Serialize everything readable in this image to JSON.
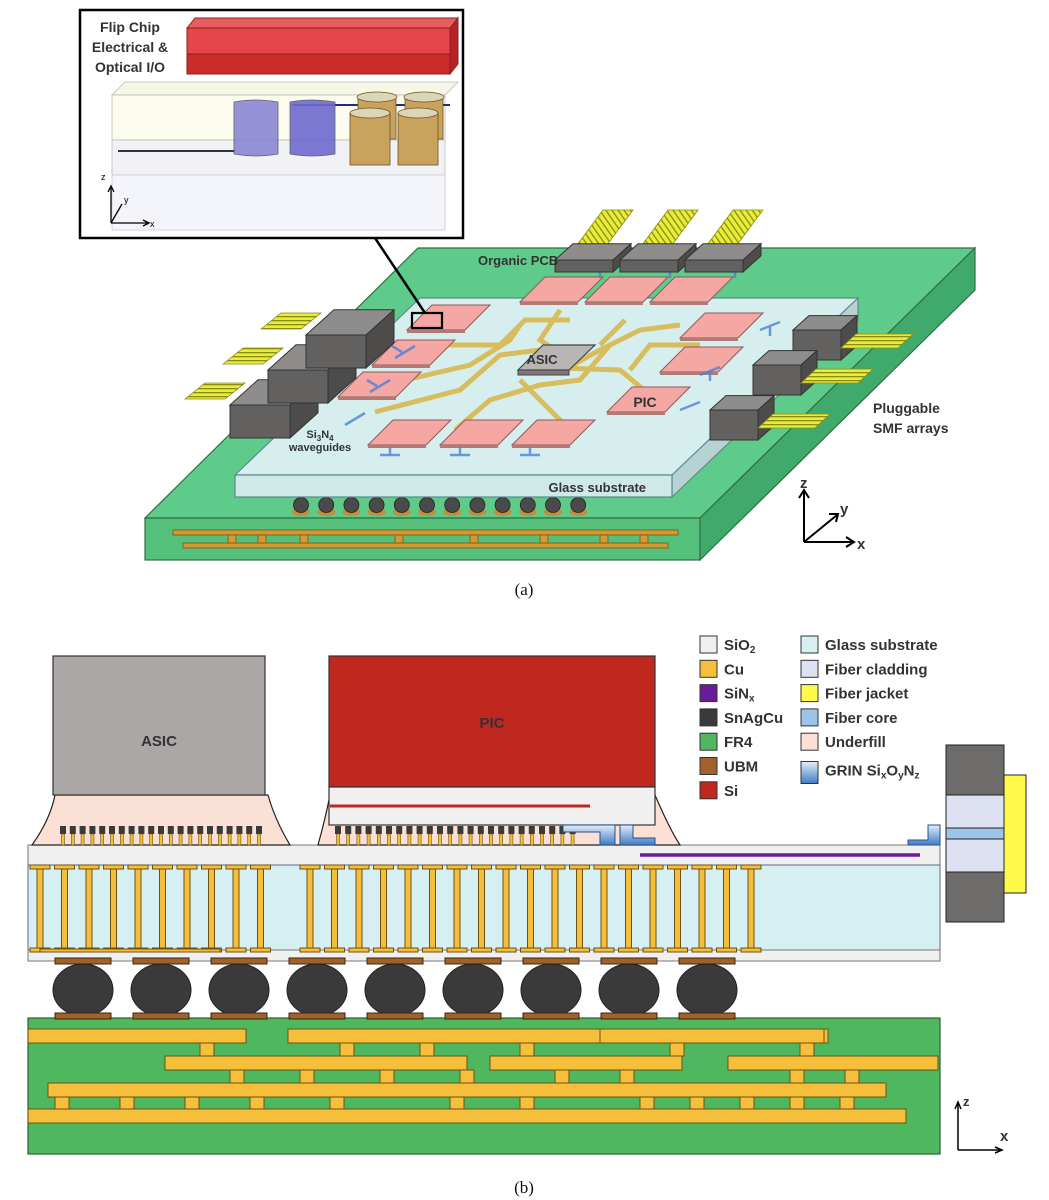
{
  "figure": {
    "panel_a": {
      "caption": "(a)",
      "inset_title_lines": [
        "Flip Chip",
        "Electrical &",
        "Optical I/O"
      ],
      "inset_axes": {
        "z": "z",
        "y": "y",
        "x": "x"
      },
      "labels": {
        "organic_pcb": "Organic PCB",
        "asic": "ASIC",
        "pic": "PIC",
        "waveguides_line1": "Si3N4",
        "waveguides_line2": "waveguides",
        "glass_substrate": "Glass substrate",
        "pluggable_line1": "Pluggable",
        "pluggable_line2": "SMF arrays"
      },
      "axes": {
        "z": "z",
        "y": "y",
        "x": "x"
      }
    },
    "panel_b": {
      "caption": "(b)",
      "chips": {
        "asic": "ASIC",
        "pic": "PIC"
      },
      "axes": {
        "z": "z",
        "x": "x"
      },
      "legend": {
        "left": [
          {
            "label": "SiO2",
            "color": "#f0f0f0"
          },
          {
            "label": "Cu",
            "color": "#f5bf3c"
          },
          {
            "label": "SiNx",
            "color": "#6a1b9a"
          },
          {
            "label": "SnAgCu",
            "color": "#3a3a3a"
          },
          {
            "label": "FR4",
            "color": "#4fb85e"
          },
          {
            "label": "UBM",
            "color": "#a0622a"
          },
          {
            "label": "Si",
            "color": "#c0271e"
          }
        ],
        "right": [
          {
            "label": "Glass substrate",
            "color": "#d6eff3"
          },
          {
            "label": "Fiber cladding",
            "color": "#dde1f2"
          },
          {
            "label": "Fiber jacket",
            "color": "#fff94a"
          },
          {
            "label": "Fiber core",
            "color": "#9cc3e8"
          },
          {
            "label": "Underfill",
            "color": "#fbe0d6"
          },
          {
            "label": "GRIN SixOyNz",
            "color": "#5b8fcc"
          }
        ]
      }
    }
  }
}
